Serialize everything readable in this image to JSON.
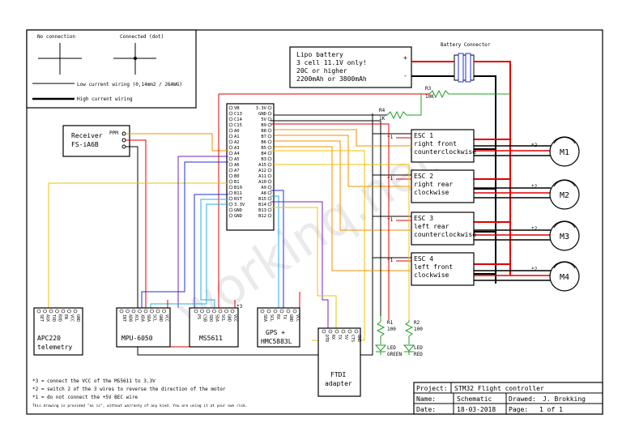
{
  "legend": {
    "no_connection": "No connection",
    "connected": "Connected (dot)",
    "low_current": "Low current wiring (0,14mm2 / 26AWG)",
    "high_current": "High current wiring"
  },
  "battery": {
    "lines": [
      "Lipo battery",
      "3 cell 11.1V only!",
      "20C or higher",
      "2200mAh or 3800mAh"
    ],
    "plus": "+",
    "minus": "-"
  },
  "battery_connector": "Battery Connector",
  "resistors": {
    "r3": "R3",
    "r3_val": "10K",
    "r4": "R4",
    "r4_val": "1K",
    "r1": "R1",
    "r1_val": "100",
    "r2": "R2",
    "r2_val": "100"
  },
  "receiver": {
    "name": "Receiver",
    "model": "FS-iA6B",
    "ppm": "PPM"
  },
  "stm32": {
    "left_pins": [
      "VB",
      "C13",
      "C14",
      "C15",
      "A0",
      "A1",
      "A2",
      "A3",
      "A4",
      "A5",
      "A6",
      "A7",
      "B0",
      "B1",
      "B10",
      "B11",
      "RST",
      "3.3V",
      "GND",
      "GND"
    ],
    "right_pins": [
      "3.3V",
      "GND",
      "5V",
      "B9",
      "B8",
      "B7",
      "B6",
      "B5",
      "B4",
      "B3",
      "A15",
      "A12",
      "A11",
      "A10",
      "A9",
      "A8",
      "B15",
      "B14",
      "B13",
      "B12"
    ]
  },
  "escs": [
    {
      "name": "ESC 1",
      "line1": "right front",
      "line2": "counterclockwise",
      "note": "*1"
    },
    {
      "name": "ESC 2",
      "line1": "right rear",
      "line2": "clockwise",
      "note": "*1"
    },
    {
      "name": "ESC 3",
      "line1": "left rear",
      "line2": "counterclockwise",
      "note": "*1"
    },
    {
      "name": "ESC 4",
      "line1": "left front",
      "line2": "clockwise",
      "note": "*1"
    }
  ],
  "motors": [
    "M1",
    "M2",
    "M3",
    "M4"
  ],
  "motor_note": "*2",
  "modules": {
    "apc220": {
      "name": "APC220",
      "sub": "telemetry",
      "pins": [
        "SET",
        "AUX",
        "TXD",
        "RXD",
        "EN",
        "VCC",
        "GND"
      ]
    },
    "mpu6050": {
      "name": "MPU-6050",
      "pins": [
        "INT",
        "AD0",
        "XCL",
        "XDA",
        "SDA",
        "SCL",
        "GND",
        "VCC"
      ]
    },
    "ms5611": {
      "name": "MS5611",
      "pins": [
        "PS",
        "CSB",
        "SDO",
        "SDA",
        "SCL",
        "GND",
        "VCC"
      ],
      "note": "*3"
    },
    "gps": {
      "name": "GPS +",
      "sub": "HMC5883L",
      "pins": [
        "SDA",
        "SCL",
        "RX",
        "TX",
        "GND",
        "VCC"
      ]
    },
    "ftdi": {
      "name": "FTDI",
      "sub": "adapter",
      "pins": [
        "DTR",
        "RX",
        "TX",
        "5V",
        "CTS",
        "GND"
      ]
    }
  },
  "leds": {
    "green": "GREEN",
    "red": "RED",
    "led": "LED"
  },
  "notes": [
    "*3 = connect the VCC of the MS5611 to 3.3V",
    "*2 = switch 2 of the 3 wires to reverse the direction of the motor",
    "*1 = do not connect the +5V BEC wire",
    "This drawing is provided \"as is\", without warranty of any kind. You are using it at your own risk."
  ],
  "title_block": {
    "project_label": "Project:",
    "project": "STM32 Flight controller",
    "name_label": "Name:",
    "name": "Schematic",
    "drawed_label": "Drawed:",
    "drawed": "J. Brokking",
    "date_label": "Date:",
    "date": "18-03-2018",
    "page_label": "Page:",
    "page": "1 of 1"
  },
  "watermark": "workinq.net",
  "colors": {
    "high": "#000000",
    "red": "#e00000",
    "yellow": "#f0c000",
    "orange": "#f09000",
    "purple": "#7020c0",
    "blue": "#2030d0",
    "cyan": "#20b0e0",
    "green": "#20a020",
    "darkred": "#a00000"
  }
}
